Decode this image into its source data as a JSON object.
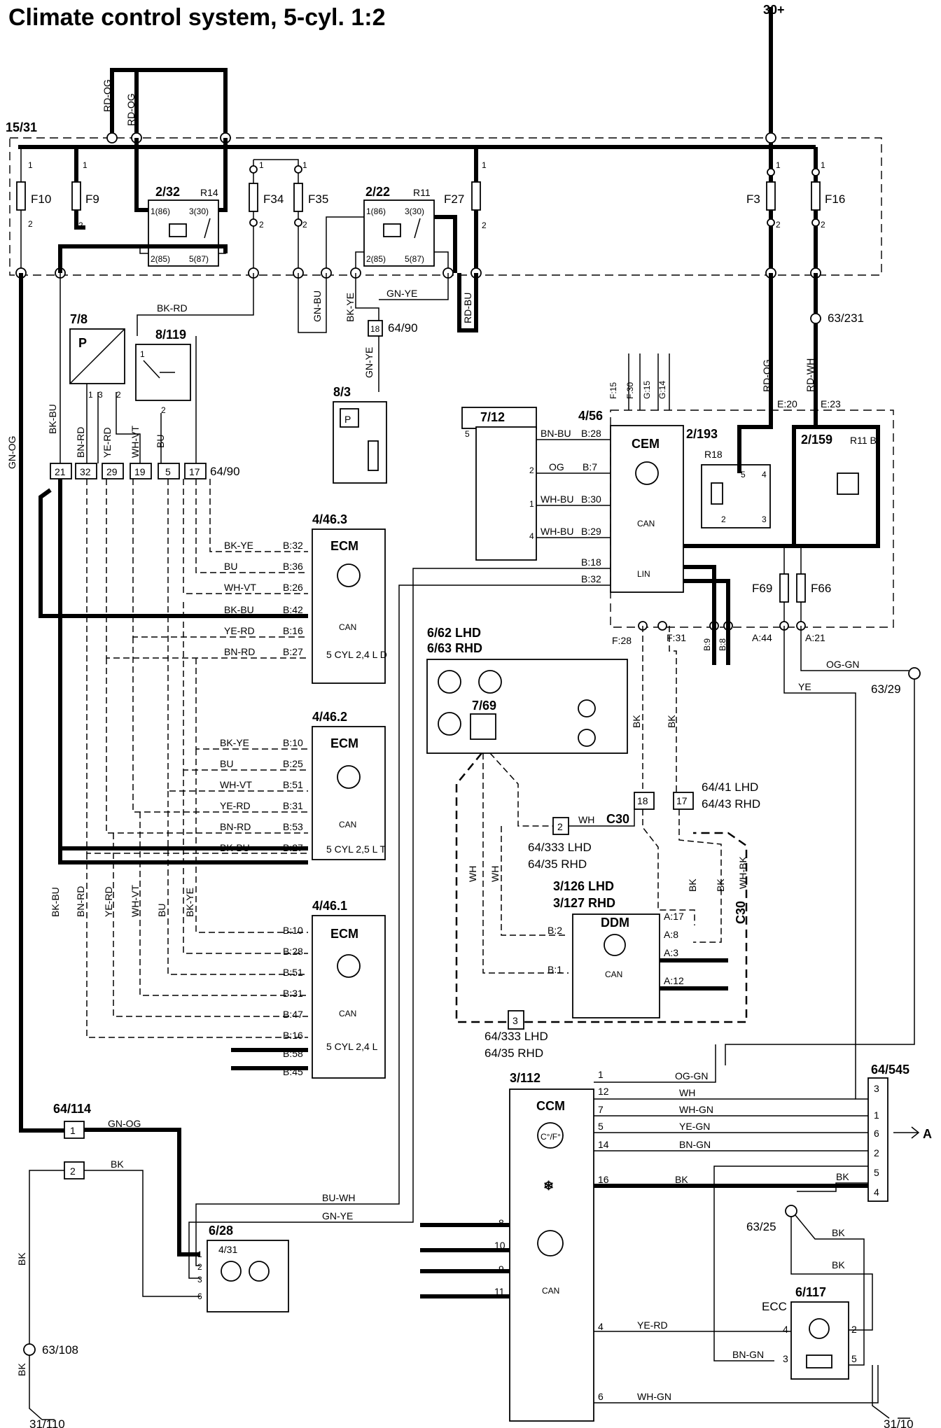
{
  "title": "Climate control system, 5-cyl. 1:2",
  "supply": {
    "battery": "30+",
    "ignition": "15/31"
  },
  "fuses": [
    "F10",
    "F9",
    "F34",
    "F35",
    "F27",
    "F3",
    "F16",
    "F69",
    "F66"
  ],
  "fuse_pins": {
    "top": "1",
    "bottom": "2"
  },
  "relays": {
    "r232": {
      "id": "2/32",
      "name": "R14",
      "pins": [
        "1(86)",
        "3(30)",
        "2(85)",
        "5(87)"
      ]
    },
    "r222": {
      "id": "2/22",
      "name": "R11",
      "pins": [
        "1(86)",
        "3(30)",
        "2(85)",
        "5(87)"
      ]
    },
    "r2193": {
      "id": "2/193",
      "name": "R18"
    },
    "r2159": {
      "id": "2/159",
      "name": "R11 B"
    }
  },
  "components": {
    "c78": "7/8",
    "c8119": "8/119",
    "c83": "8/3",
    "c712": "7/12",
    "c456": "4/56",
    "cem": "CEM",
    "ecm": "ECM",
    "ecm463": "4/46.3",
    "ecm462": "4/46.2",
    "ecm461": "4/46.1",
    "ecm463_sub": "5 CYL\n2,4 L D",
    "ecm462_sub": "5 CYL\n2,5 L T",
    "ecm461_sub": "5 CYL\n2,4 L",
    "hvac_lhd": "6/62 LHD",
    "hvac_rhd": "6/63 RHD",
    "c769": "7/69",
    "ddm_lhd": "3/126 LHD",
    "ddm_rhd": "3/127 RHD",
    "ddm": "DDM",
    "ccm_id": "3/112",
    "ccm": "CCM",
    "ccm_temp": "C°/F°",
    "fan_id": "6/28",
    "fan_sub": "4/31",
    "ecc_id": "6/117",
    "ecc": "ECC",
    "can": "CAN",
    "lin": "LIN",
    "p": "P"
  },
  "connectors": {
    "c6490": "64/90",
    "c6441": "64/41 LHD",
    "c6443": "64/43 RHD",
    "c64333a": "64/333 LHD",
    "c6435a": "64/35 RHD",
    "c64333b": "64/333 LHD",
    "c6435b": "64/35 RHD",
    "c64114": "64/114",
    "c64545": "64/545",
    "c30": "C30"
  },
  "grounds": {
    "g63231": "63/231",
    "g6329": "63/29",
    "g63108": "63/108",
    "g6325": "63/25",
    "g31110": "31/110",
    "g3110": "31/10"
  },
  "arrow_label": "A",
  "wire_colors": {
    "rdog": "RD-OG",
    "gnbu": "GN-BU",
    "bkye": "BK-YE",
    "gnye": "GN-YE",
    "rdbu": "RD-BU",
    "bkrd": "BK-RD",
    "bkbu": "BK-BU",
    "bnrd": "BN-RD",
    "yerd": "YE-RD",
    "whvt": "WH-VT",
    "bu": "BU",
    "gnog": "GN-OG",
    "bnbu": "BN-BU",
    "og": "OG",
    "whbu": "WH-BU",
    "rdwh": "RD-WH",
    "oggn": "OG-GN",
    "ye": "YE",
    "bk": "BK",
    "wh": "WH",
    "whbk": "WH-BK",
    "whgn": "WH-GN",
    "yegn": "YE-GN",
    "bngn": "BN-GN",
    "buwh": "BU-WH",
    "bnrd2": "BN-RD"
  },
  "connector_6490_pins": [
    "21",
    "32",
    "29",
    "19",
    "5",
    "17"
  ],
  "cem_pins": {
    "b28": "B:28",
    "b7": "B:7",
    "b30": "B:30",
    "b29": "B:29",
    "b18": "B:18",
    "b32": "B:32",
    "f15": "F:15",
    "f30": "F:30",
    "g15": "G:15",
    "g14": "G:14",
    "e20": "E:20",
    "e23": "E:23",
    "f28": "F:28",
    "f31": "F:31",
    "b9": "B:9",
    "b8": "B:8",
    "a44": "A:44",
    "a21": "A:21"
  },
  "ecm463_pins": [
    "B:32",
    "B:36",
    "B:26",
    "B:42",
    "B:16",
    "B:27"
  ],
  "ecm462_pins": [
    "B:10",
    "B:25",
    "B:51",
    "B:31",
    "B:53",
    "B:27"
  ],
  "ecm461_pins": [
    "B:10",
    "B:28",
    "B:51",
    "B:31",
    "B:47",
    "B:16",
    "B:58",
    "B:45"
  ],
  "ddm_pins": [
    "B:2",
    "B:1",
    "A:17",
    "A:8",
    "A:3",
    "A:12"
  ],
  "ccm_pins": [
    "1",
    "12",
    "7",
    "5",
    "14",
    "16",
    "8",
    "10",
    "9",
    "11",
    "4",
    "6"
  ],
  "c64545_pins": [
    "3",
    "1",
    "6",
    "2",
    "5",
    "4"
  ],
  "pin_numbers": [
    "1",
    "2",
    "3",
    "4",
    "5",
    "6",
    "18",
    "17"
  ]
}
